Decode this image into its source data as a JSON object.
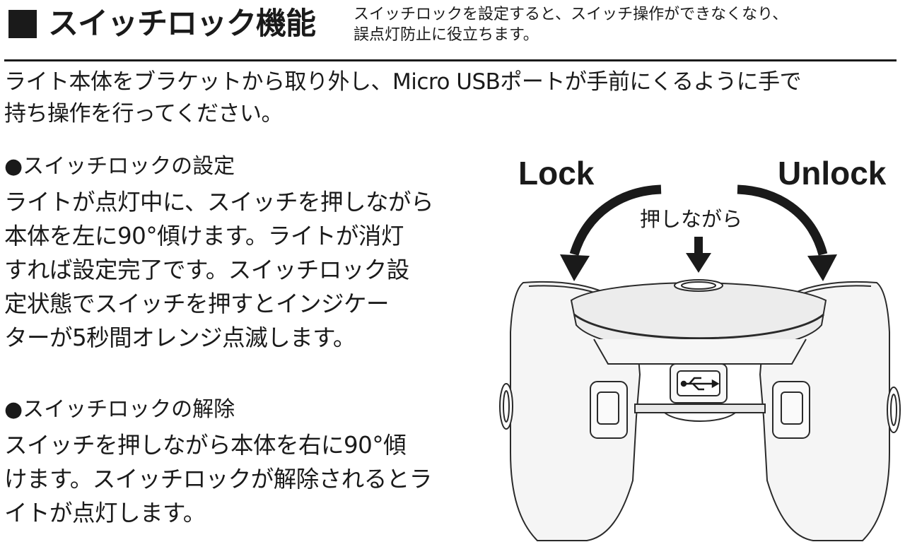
{
  "header": {
    "title": "スイッチロック機能",
    "desc_lines": [
      "スイッチロックを設定すると、スイッチ操作ができなくなり、",
      "誤点灯防止に役立ちます。"
    ]
  },
  "intro_lines": [
    "ライト本体をブラケットから取り外し、Micro USBポートが手前にくるように手で",
    "持ち操作を行ってください。"
  ],
  "section_lock": {
    "heading": "●スイッチロックの設定",
    "lines": [
      "ライトが点灯中に、スイッチを押しながら",
      "本体を左に90°傾けます。ライトが消灯",
      "すれば設定完了です。スイッチロック設",
      "定状態でスイッチを押すとインジケー",
      "ターが5秒間オレンジ点滅します。"
    ]
  },
  "section_unlock": {
    "heading": "●スイッチロックの解除",
    "lines": [
      "スイッチを押しながら本体を右に90°傾",
      "けます。スイッチロックが解除されるとラ",
      "イトが点灯します。"
    ]
  },
  "diagram": {
    "lock_label": "Lock",
    "unlock_label": "Unlock",
    "press_label": "押しながら",
    "usb_symbol": "usb-icon"
  },
  "colors": {
    "ink": "#1a1a1a",
    "line": "#2a2a2a",
    "fill_light": "#f4f4f4",
    "fill_mid": "#e6e6e6"
  }
}
